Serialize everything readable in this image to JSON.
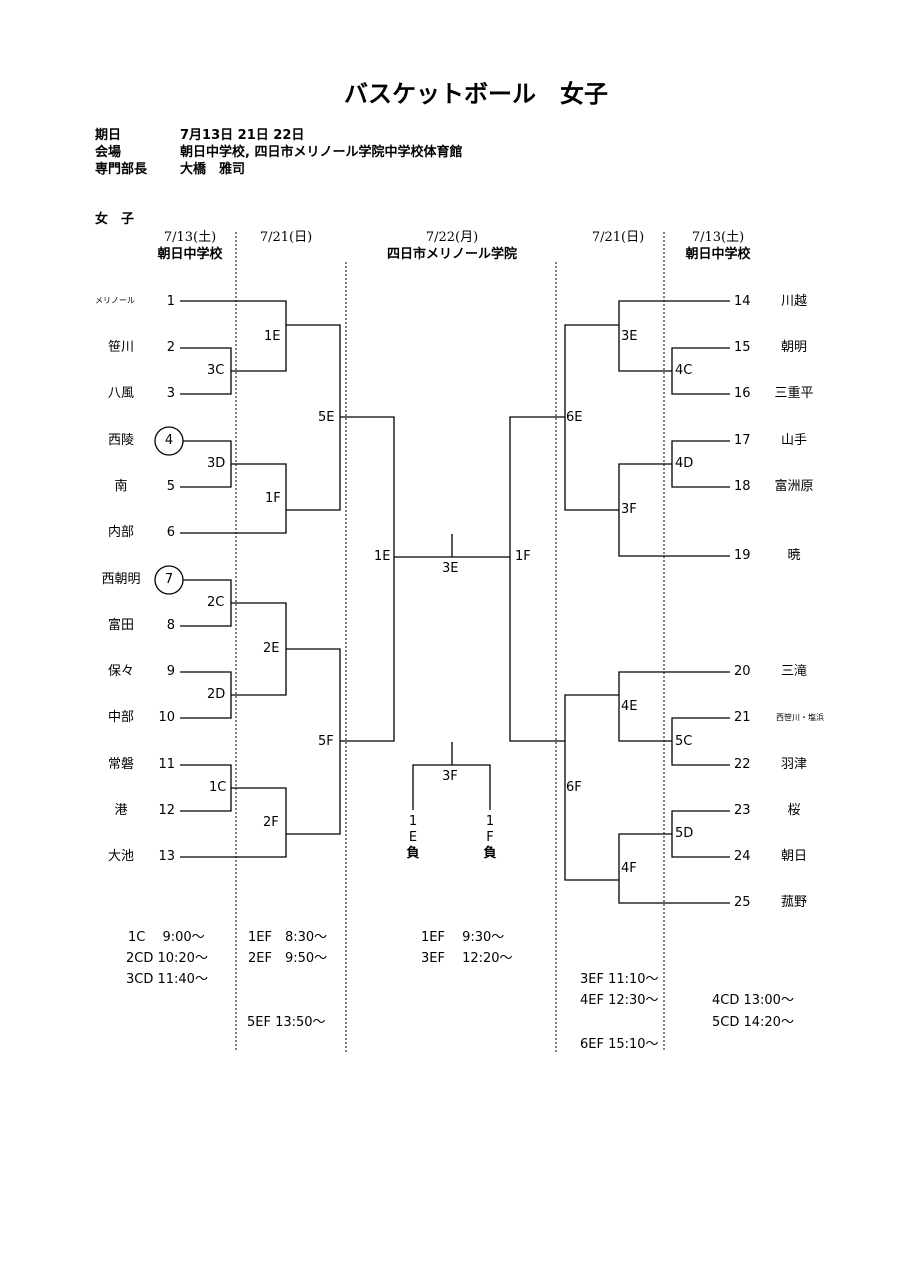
{
  "title": "バスケットボール　女子",
  "info": [
    {
      "label": "期日",
      "value": "7月13日 21日 22日"
    },
    {
      "label": "会場",
      "value": "朝日中学校, 四日市メリノール学院中学校体育館"
    },
    {
      "label": "専門部長",
      "value": "大橋　雅司"
    }
  ],
  "section": "女　子",
  "columns": {
    "left1": {
      "date": "7/13(土)",
      "venue": "朝日中学校"
    },
    "left2": {
      "date": "7/21(日)"
    },
    "center": {
      "date": "7/22(月)",
      "venue": "四日市メリノール学院"
    },
    "right2": {
      "date": "7/21(日)"
    },
    "right1": {
      "date": "7/13(土)",
      "venue": "朝日中学校"
    }
  },
  "left_teams": [
    {
      "no": "1",
      "name": "メリノール"
    },
    {
      "no": "2",
      "name": "笹川"
    },
    {
      "no": "3",
      "name": "八風"
    },
    {
      "no": "4",
      "name": "西陵"
    },
    {
      "no": "5",
      "name": "南"
    },
    {
      "no": "6",
      "name": "内部"
    },
    {
      "no": "7",
      "name": "西朝明"
    },
    {
      "no": "8",
      "name": "富田"
    },
    {
      "no": "9",
      "name": "保々"
    },
    {
      "no": "10",
      "name": "中部"
    },
    {
      "no": "11",
      "name": "常磐"
    },
    {
      "no": "12",
      "name": "港"
    },
    {
      "no": "13",
      "name": "大池"
    }
  ],
  "right_teams": [
    {
      "no": "14",
      "name": "川越"
    },
    {
      "no": "15",
      "name": "朝明"
    },
    {
      "no": "16",
      "name": "三重平"
    },
    {
      "no": "17",
      "name": "山手"
    },
    {
      "no": "18",
      "name": "富洲原"
    },
    {
      "no": "19",
      "name": "暁"
    },
    {
      "no": "20",
      "name": "三滝"
    },
    {
      "no": "21",
      "name": "西笹川・塩浜"
    },
    {
      "no": "22",
      "name": "羽津"
    },
    {
      "no": "23",
      "name": "桜"
    },
    {
      "no": "24",
      "name": "朝日"
    },
    {
      "no": "25",
      "name": "菰野"
    }
  ],
  "games": {
    "g1E": "1E",
    "g1F": "1F",
    "g1C": "1C",
    "g2C": "2C",
    "g2D": "2D",
    "g2E": "2E",
    "g2F": "2F",
    "g3C": "3C",
    "g3D": "3D",
    "g3E": "3E",
    "g3F": "3F",
    "g4C": "4C",
    "g4D": "4D",
    "g4E": "4E",
    "g4F": "4F",
    "g5C": "5C",
    "g5D": "5D",
    "g5E": "5E",
    "g5F": "5F",
    "g6E": "6E",
    "g6F": "6F",
    "c1E": "1E",
    "c1F": "1F",
    "c3E": "3E",
    "c3F": "3F"
  },
  "third_place": {
    "left": [
      "1",
      "E",
      "負"
    ],
    "right": [
      "1",
      "F",
      "負"
    ]
  },
  "schedule": {
    "col1": [
      "1C　 9:00～",
      "2CD 10:20～",
      "3CD 11:40～"
    ],
    "col2": [
      "1EF　8:30～",
      "2EF　9:50～",
      "5EF 13:50～"
    ],
    "col3": [
      "1EF　 9:30～",
      "3EF　 12:20～"
    ],
    "col4": [
      "3EF 11:10～",
      "4EF 12:30～",
      "6EF 15:10～"
    ],
    "col5": [
      "4CD 13:00～",
      "5CD 14:20～"
    ]
  }
}
